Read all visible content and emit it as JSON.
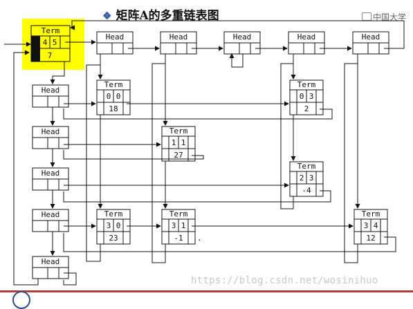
{
  "title": "矩阵A的多重链表图",
  "logo_text": "中国大学",
  "watermark": "https://blog.csdn.net/wosinihuo",
  "head_label": "Head",
  "term_label": "Term",
  "root": {
    "label": "Term",
    "rows": "4",
    "cols": "5",
    "count": "7",
    "highlight_color": "#ffff00"
  },
  "nodes": [
    {
      "row": "0",
      "col": "0",
      "value": "18"
    },
    {
      "row": "0",
      "col": "3",
      "value": "2"
    },
    {
      "row": "1",
      "col": "1",
      "value": "27"
    },
    {
      "row": "2",
      "col": "3",
      "value": "-4"
    },
    {
      "row": "3",
      "col": "0",
      "value": "23"
    },
    {
      "row": "3",
      "col": "1",
      "value": "-1"
    },
    {
      "row": "3",
      "col": "4",
      "value": "12"
    }
  ],
  "stray_mark": "."
}
